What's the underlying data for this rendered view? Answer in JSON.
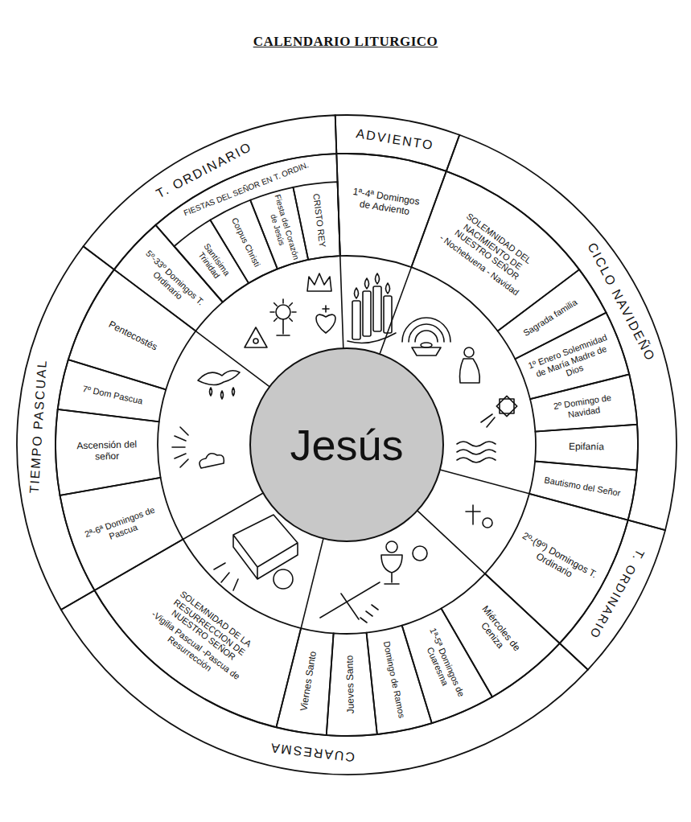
{
  "diagram": {
    "title": "CALENDARIO LITURGICO",
    "nodes": [
      {
        "text": [
          "ADVIENTO"
        ]
      },
      {
        "text": [
          "CICLO NAVIDEÑO"
        ]
      },
      {
        "text": [
          "T. ORDINARIO"
        ]
      },
      {
        "text": [
          "CUARESMA"
        ]
      },
      {
        "text": [
          "TIEMPO PASCUAL"
        ]
      },
      {
        "text": [
          "T. ORDINARIO"
        ]
      },
      {
        "text": [
          "1ª-4ª Domingos de Adviento"
        ]
      },
      {
        "text": [
          "SOLEMNIDAD DEL NACIMIENTO DE NUESTRO SEÑOR",
          "- Nochebuena - Navidad"
        ]
      },
      {
        "text": [
          "Sagrada familia"
        ]
      },
      {
        "text": [
          "1º Enero Solemnidad de María Madre de Dios"
        ]
      },
      {
        "text": [
          "2º Domingo de Navidad"
        ]
      },
      {
        "text": [
          "Epifanía"
        ]
      },
      {
        "text": [
          "Bautismo del Señor"
        ]
      },
      {
        "text": [
          "2º-(9º) Domingos T. Ordinario"
        ]
      },
      {
        "text": [
          "Miércoles de Ceniza"
        ]
      },
      {
        "text": [
          "1ª-5ª Domingos de Cuaresma"
        ]
      },
      {
        "text": [
          "Domingo de Ramos"
        ]
      },
      {
        "text": [
          "Jueves Santo"
        ]
      },
      {
        "text": [
          "Viernes Santo"
        ]
      },
      {
        "text": [
          "SOLEMNIDAD DE LA RESURRECCION DE NUESTRO SEÑOR",
          "-Vigilia Pascual -Pascua de Resurrección"
        ]
      },
      {
        "text": [
          "2ª-6ª Domingos de Pascua"
        ]
      },
      {
        "text": [
          "Ascensión del señor"
        ]
      },
      {
        "text": [
          "7º Dom Pascua"
        ]
      },
      {
        "text": [
          "Pentecostés"
        ]
      },
      {
        "text": [
          "5º-33º Domingos T. Ordinario"
        ]
      },
      {
        "text": [
          "FIESTAS DEL SEÑOR EN T. ORDIN."
        ]
      },
      {
        "text": [
          "Santísima Trinidad"
        ],
        "in": 25
      },
      {
        "text": [
          "Corpus Christi"
        ],
        "in": 25
      },
      {
        "text": [
          "Fiesta del Corazón de Jesús"
        ],
        "in": 25
      },
      {
        "text": [
          "CRISTO REY"
        ],
        "in": 25
      },
      {
        "text": [
          "Jesús"
        ]
      }
    ]
  }
}
